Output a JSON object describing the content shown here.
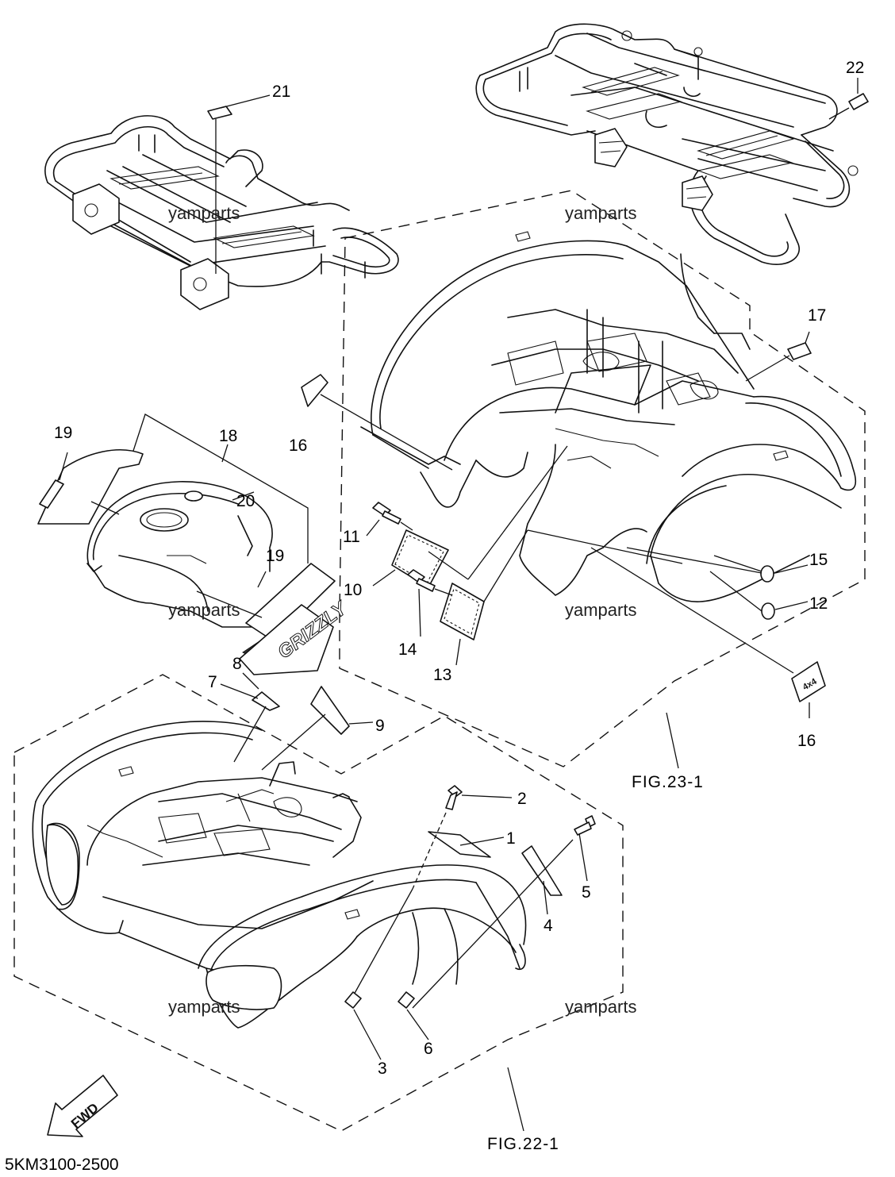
{
  "watermarks": [
    "yamparts",
    "yamparts",
    "yamparts",
    "yamparts",
    "yamparts",
    "yamparts"
  ],
  "callouts": {
    "p1": "1",
    "p2": "2",
    "p3": "3",
    "p4": "4",
    "p5": "5",
    "p6": "6",
    "p7": "7",
    "p8": "8",
    "p9": "9",
    "p10": "10",
    "p11": "11",
    "p12": "12",
    "p13": "13",
    "p14": "14",
    "p15": "15",
    "p16a": "16",
    "p16b": "16",
    "p17": "17",
    "p18": "18",
    "p19a": "19",
    "p19b": "19",
    "p20": "20",
    "p21": "21",
    "p22": "22"
  },
  "figure_refs": {
    "fig23": "FIG.23-1",
    "fig22": "FIG.22-1"
  },
  "fwd_label": "FWD",
  "decal_text": {
    "grizzly": "GRIZZLY",
    "fourbyfour": "4x4"
  },
  "diagram_code": "5KM3100-2500"
}
